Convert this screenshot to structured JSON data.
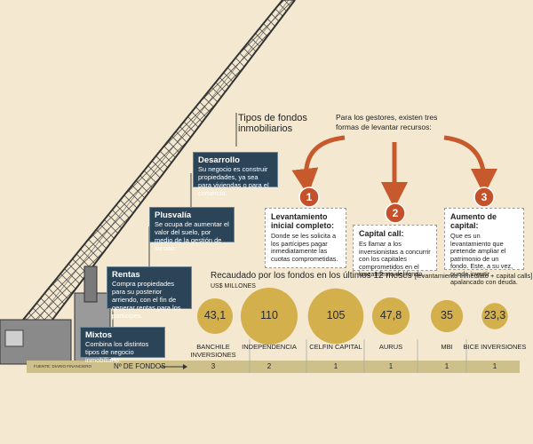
{
  "title": "Tipos de fondos inmobiliarios",
  "types": [
    {
      "name": "Desarrollo",
      "desc": "Su negocio es construir propiedades, ya sea para viviendas o para el comercio."
    },
    {
      "name": "Plusvalía",
      "desc": "Se ocupa de aumentar el valor del suelo, por medio de la gestión de su uso."
    },
    {
      "name": "Rentas",
      "desc": "Compra propiedades para su posterior arriendo, con el fin de generar rentas para los partícipes."
    },
    {
      "name": "Mixtos",
      "desc": "Combina los distintos tipos de negocio inmobiliario."
    }
  ],
  "gestores_intro": "Para los gestores, existen tres formas de levantar recursos:",
  "methods": [
    {
      "num": "1",
      "title": "Levantamiento inicial completo:",
      "desc": "Donde se les solicita a los partícipes pagar inmediatamente las cuotas comprometidas."
    },
    {
      "num": "2",
      "title": "Capital call:",
      "desc": "Es llamar a los inversionistas a concurrir con los capitales comprometidos en el lanzamiento del fondo."
    },
    {
      "num": "3",
      "title": "Aumento de capital:",
      "desc": "Que es un levantamiento que pretende ampliar el patrimonio de un fondo. Este, a su vez, puede invertir apalancado con deuda."
    }
  ],
  "recaudado_title": "Recaudado por los fondos en los últimos 12 meses",
  "recaudado_note": "[levantamiento inmediato + capital calls]",
  "unit": "US$ MILLONES",
  "count_label": "Nº DE FONDOS",
  "source": "FUENTE: DIARIO FINANCIERO",
  "colors": {
    "background": "#f4e9d0",
    "box": "#2b4458",
    "bubble": "#d3b04c",
    "arrow": "#c75a2c",
    "badge": "#c5512a",
    "bar": "#cdc08a"
  },
  "chart_data": {
    "type": "bubble",
    "categories": [
      "BANCHILE INVERSIONES",
      "INDEPENDENCIA",
      "CELFIN CAPITAL",
      "AURUS",
      "MBI",
      "BICE INVERSIONES"
    ],
    "values": [
      43.1,
      110,
      105,
      47.8,
      35,
      23.3
    ],
    "value_labels": [
      "43,1",
      "110",
      "105",
      "47,8",
      "35",
      "23,3"
    ],
    "counts": [
      3,
      2,
      1,
      1,
      1,
      1
    ],
    "unit": "US$ MILLONES"
  }
}
